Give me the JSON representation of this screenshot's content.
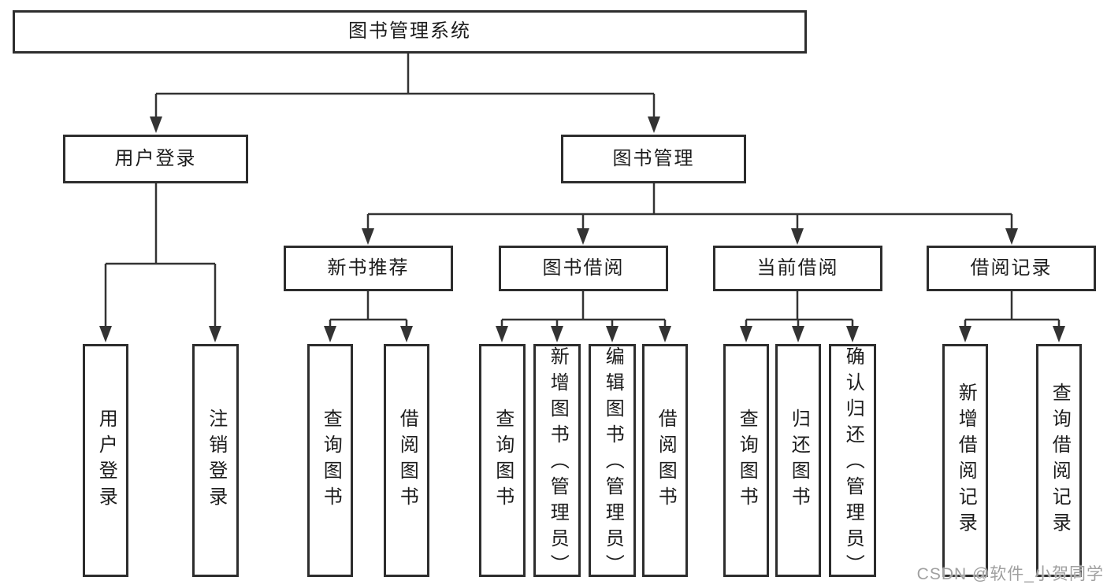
{
  "colors": {
    "line": "#333333",
    "box_border": "#2d2d2d",
    "label_text": "#1c1c1c",
    "watermark_text": "#a0a0a0"
  },
  "diagram": {
    "root": {
      "label": "图书管理系统"
    },
    "branches": [
      {
        "label": "用户登录",
        "children": [
          {
            "label": "用户登录"
          },
          {
            "label": "注销登录"
          }
        ]
      },
      {
        "label": "图书管理",
        "children": [
          {
            "label": "新书推荐",
            "children": [
              {
                "label": "查询图书"
              },
              {
                "label": "借阅图书"
              }
            ]
          },
          {
            "label": "图书借阅",
            "children": [
              {
                "label": "查询图书"
              },
              {
                "label": "新增图书（管理员）"
              },
              {
                "label": "编辑图书（管理员）"
              },
              {
                "label": "借阅图书"
              }
            ]
          },
          {
            "label": "当前借阅",
            "children": [
              {
                "label": "查询图书"
              },
              {
                "label": "归还图书"
              },
              {
                "label": "确认归还（管理员）"
              }
            ]
          },
          {
            "label": "借阅记录",
            "children": [
              {
                "label": "新增借阅记录"
              },
              {
                "label": "查询借阅记录"
              }
            ]
          }
        ]
      }
    ]
  },
  "watermark": {
    "text": "CSDN @软件_小贺同学"
  }
}
